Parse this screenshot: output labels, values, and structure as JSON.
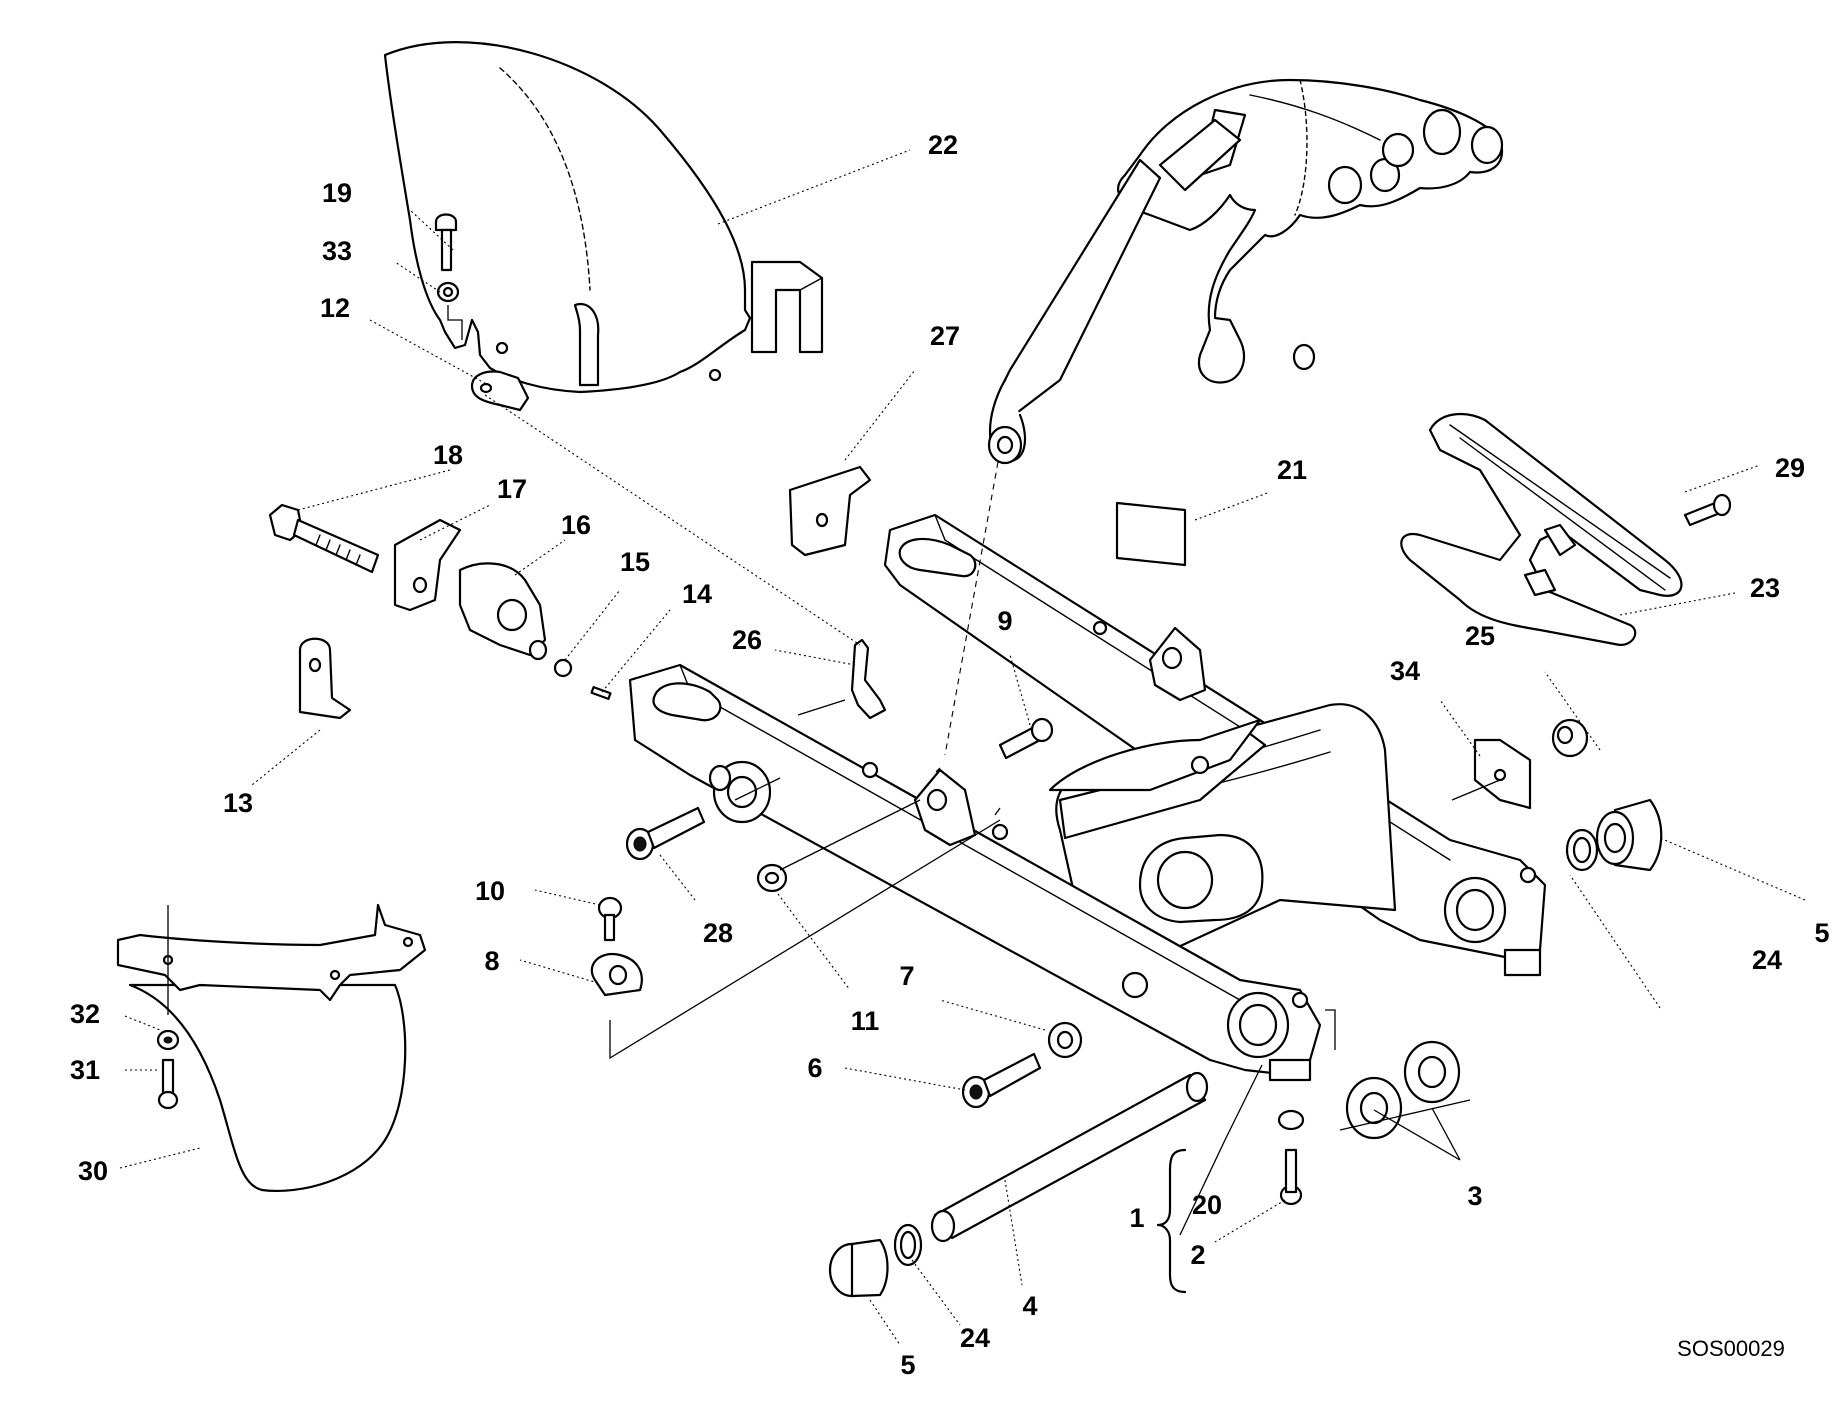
{
  "drawing_code": "SOS00029",
  "callouts": [
    "1",
    "2",
    "3",
    "4",
    "5",
    "5",
    "6",
    "7",
    "8",
    "9",
    "10",
    "11",
    "12",
    "13",
    "14",
    "15",
    "16",
    "17",
    "18",
    "19",
    "20",
    "21",
    "22",
    "23",
    "24",
    "24",
    "25",
    "26",
    "27",
    "28",
    "29",
    "30",
    "31",
    "32",
    "33",
    "34"
  ]
}
